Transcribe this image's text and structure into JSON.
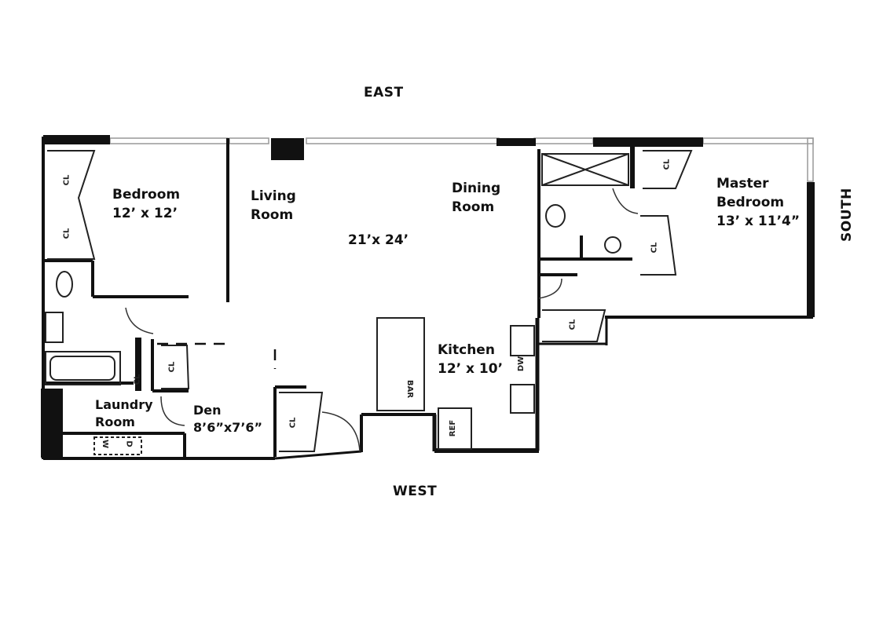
{
  "directions": {
    "north_side": "EAST",
    "south_side": "WEST",
    "east_side": "SOUTH"
  },
  "rooms": {
    "bedroom": {
      "name": "Bedroom",
      "size": "12’ x 12’"
    },
    "living": {
      "name_line1": "Living",
      "name_line2": "Room"
    },
    "dining": {
      "name_line1": "Dining",
      "name_line2": "Room"
    },
    "great_room_size": "21’x 24’",
    "master": {
      "name_line1": "Master",
      "name_line2": "Bedroom",
      "size": "13’ x 11’4”"
    },
    "kitchen": {
      "name": "Kitchen",
      "size": "12’ x  10’"
    },
    "laundry": {
      "name_line1": "Laundry",
      "name_line2": "Room"
    },
    "den": {
      "name": "Den",
      "size": "8’6”x7’6”"
    }
  },
  "fixtures": {
    "closet": "CL",
    "refrigerator": "REF",
    "dishwasher": "DW",
    "washer": "W",
    "dryer": "D",
    "bar": "BAR"
  },
  "colors": {
    "wall": "#111111",
    "line": "#333333",
    "window": "#888888"
  }
}
